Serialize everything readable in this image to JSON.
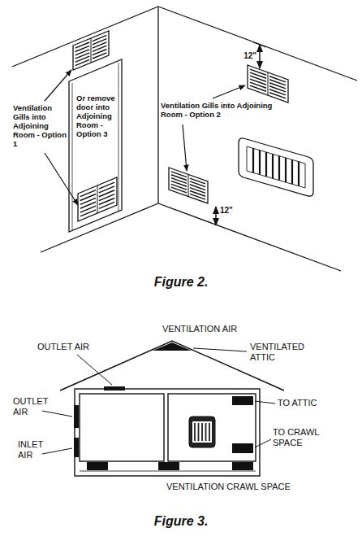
{
  "diagram": {
    "labels": [
      "Ventilation Gills into Adjoining Room - Option 1",
      "Or remove door into Adjoining Room - Option 3",
      "Ventilation Gills into Adjoining Room - Option 2",
      "12\"",
      "12\"",
      "Figure 2.",
      "VENTILATION AIR",
      "OUTLET AIR",
      "VENTILATED ATTIC",
      "OUTLET AIR",
      "INLET AIR",
      "TO ATTIC",
      "TO CRAWL SPACE",
      "VENTILATION CRAWL SPACE",
      "Figure 3."
    ]
  }
}
